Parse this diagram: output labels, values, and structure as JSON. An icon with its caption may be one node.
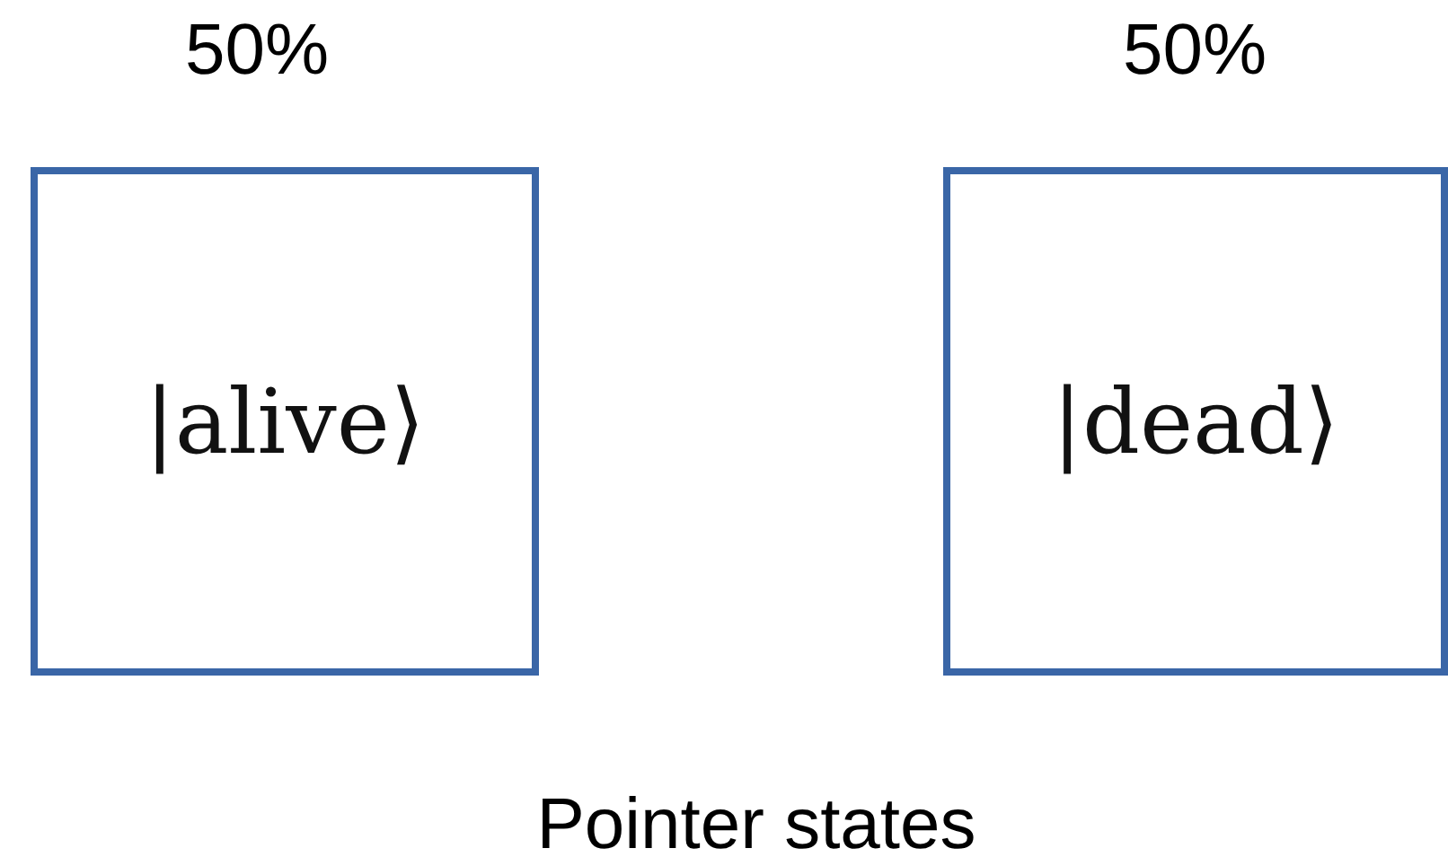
{
  "diagram": {
    "caption": "Pointer states",
    "nodes": [
      {
        "text": [
          "|alive⟩"
        ],
        "beside": [
          "50%"
        ]
      },
      {
        "text": [
          "|dead⟩"
        ],
        "beside": [
          "50%"
        ]
      }
    ]
  }
}
